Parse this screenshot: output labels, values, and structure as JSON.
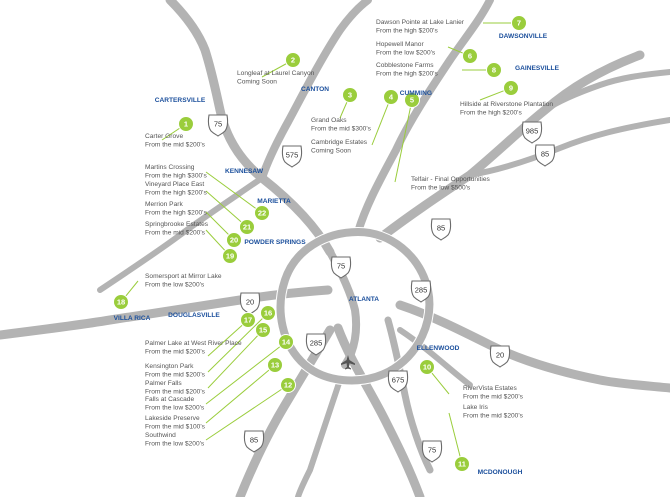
{
  "colors": {
    "road": "#b3b3b3",
    "road_edge": "#ffffff",
    "marker": "#9acd3c",
    "marker_text": "#ffffff",
    "leader": "#9acd3c",
    "city_text": "#1b4f9c",
    "community_text": "#555555",
    "shield_fill": "#ffffff",
    "shield_stroke": "#6b6b6b"
  },
  "icons": {
    "airport": "airplane-icon",
    "marker": "numbered-circle-marker",
    "interstate": "interstate-shield-icon"
  },
  "cities": [
    {
      "id": "cartersville",
      "label": "CARTERSVILLE"
    },
    {
      "id": "canton",
      "label": "CANTON"
    },
    {
      "id": "cumming",
      "label": "CUMMING"
    },
    {
      "id": "dawsonville",
      "label": "DAWSONVILLE"
    },
    {
      "id": "gainesville",
      "label": "GAINESVILLE"
    },
    {
      "id": "kennesaw",
      "label": "KENNESAW"
    },
    {
      "id": "marietta",
      "label": "MARIETTA"
    },
    {
      "id": "powder-springs",
      "label": "POWDER SPRINGS"
    },
    {
      "id": "atlanta",
      "label": "ATLANTA"
    },
    {
      "id": "villa-rica",
      "label": "VILLA RICA"
    },
    {
      "id": "douglasville",
      "label": "DOUGLASVILLE"
    },
    {
      "id": "ellenwood",
      "label": "ELLENWOOD"
    },
    {
      "id": "mcdonough",
      "label": "MCDONOUGH"
    }
  ],
  "interstates": [
    "75",
    "575",
    "985",
    "85",
    "85",
    "75",
    "285",
    "20",
    "285",
    "20",
    "675",
    "75",
    "85"
  ],
  "markers": [
    "1",
    "2",
    "3",
    "4",
    "5",
    "6",
    "7",
    "8",
    "9",
    "10",
    "11",
    "12",
    "13",
    "14",
    "15",
    "16",
    "17",
    "18",
    "19",
    "20",
    "21",
    "22"
  ],
  "communities": [
    {
      "marker": "1",
      "name": "Carter Grove",
      "price": "From the mid $200's"
    },
    {
      "marker": "2",
      "name": "Longleaf at Laurel Canyon",
      "price": "Coming Soon"
    },
    {
      "marker": "3",
      "name": "Grand Oaks",
      "price": "From the mid $300's"
    },
    {
      "marker": "4",
      "name": "Cambridge Estates",
      "price": "Coming Soon"
    },
    {
      "marker": "5",
      "name": "Telfair - Final Opportunities",
      "price": "From the low $500's"
    },
    {
      "marker": "6",
      "name": "Hopewell Manor",
      "price": "From the low $200's"
    },
    {
      "marker": "7",
      "name": "Dawson Pointe at Lake Lanier",
      "price": "From the high $200's"
    },
    {
      "marker": "8",
      "name": "Cobblestone Farms",
      "price": "From the high $200's"
    },
    {
      "marker": "9",
      "name": "Hillside at Riverstone Plantation",
      "price": "From the high $200's"
    },
    {
      "marker": "10",
      "name": "RiverVista Estates",
      "price": "From the mid $200's"
    },
    {
      "marker": "11",
      "name": "Lake Iris",
      "price": "From the mid $200's"
    },
    {
      "marker": "12",
      "name": "Southwind",
      "price": "From the low $200's"
    },
    {
      "marker": "13",
      "name": "Lakeside Preserve",
      "price": "From the mid $100's"
    },
    {
      "marker": "14",
      "name": "Falls at Cascade",
      "price": "From the low $200's"
    },
    {
      "marker": "15",
      "name": "Palmer Falls",
      "price": "From the mid $200's"
    },
    {
      "marker": "16",
      "name": "Kensington Park",
      "price": "From the mid $200's"
    },
    {
      "marker": "17",
      "name": "Palmer Lake at West River Place",
      "price": "From the mid $200's"
    },
    {
      "marker": "18",
      "name": "Somersport at Mirror Lake",
      "price": "From the low $200's"
    },
    {
      "marker": "19",
      "name": "Springbrooke Estates",
      "price": "From the mid $200's"
    },
    {
      "marker": "20",
      "name": "Merrion Park",
      "price": "From the high $200's"
    },
    {
      "marker": "21",
      "name": "Vineyard Place East",
      "price": "From the high $200's"
    },
    {
      "marker": "22",
      "name": "Martins Crossing",
      "price": "From the high $300's"
    }
  ]
}
